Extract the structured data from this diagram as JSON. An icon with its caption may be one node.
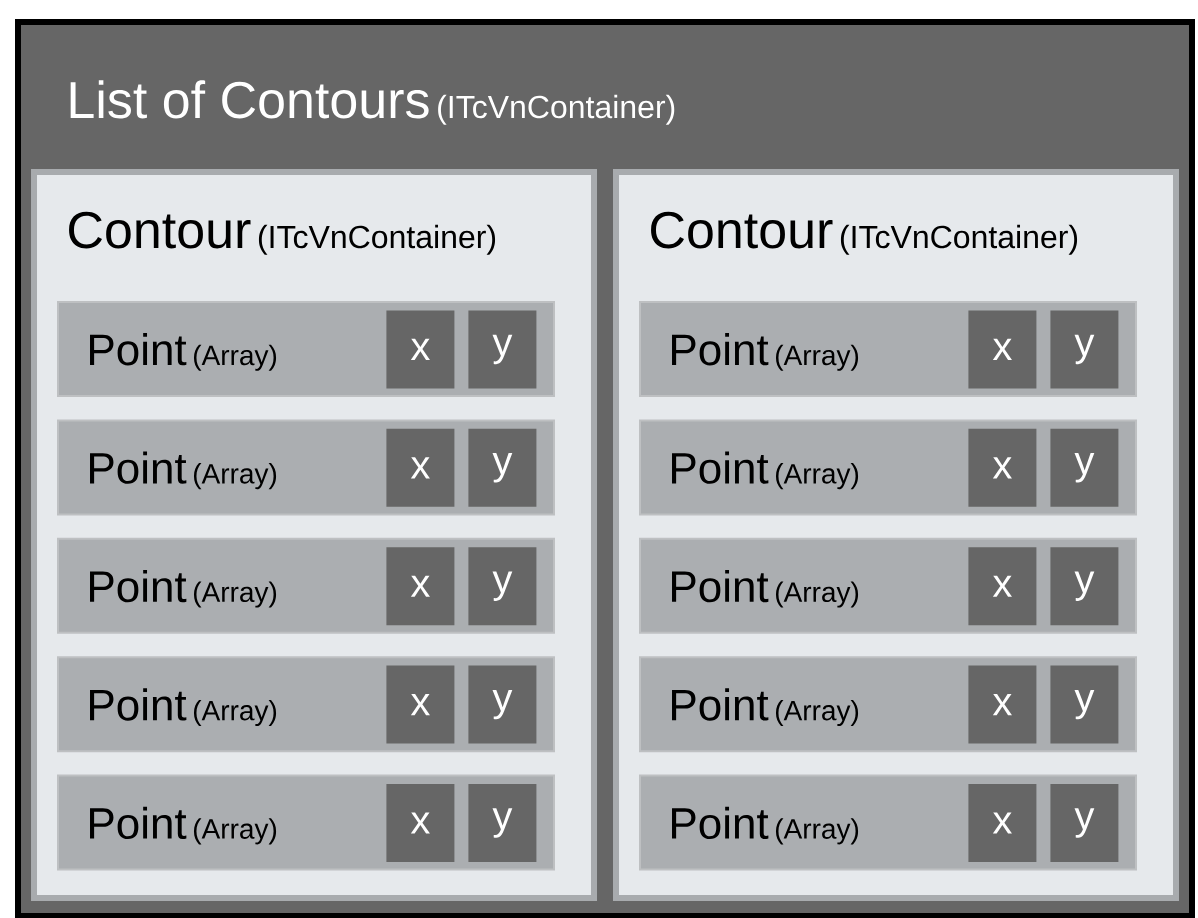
{
  "diagram": {
    "nodes": [
      {
        "text": [
          "List of Contours",
          "(ITcVnContainer)"
        ]
      },
      {
        "text": [
          "Contour",
          "(ITcVnContainer)"
        ],
        "in": 0
      },
      {
        "text": [
          "Point",
          "(Array)"
        ],
        "in": 1
      },
      {
        "text": [
          "x"
        ],
        "in": 2
      },
      {
        "text": [
          "y"
        ],
        "in": 2
      },
      {
        "text": [
          "Point",
          "(Array)"
        ],
        "in": 1
      },
      {
        "text": [
          "x"
        ],
        "in": 5
      },
      {
        "text": [
          "y"
        ],
        "in": 5
      },
      {
        "text": [
          "Point",
          "(Array)"
        ],
        "in": 1
      },
      {
        "text": [
          "x"
        ],
        "in": 8
      },
      {
        "text": [
          "y"
        ],
        "in": 8
      },
      {
        "text": [
          "Point",
          "(Array)"
        ],
        "in": 1
      },
      {
        "text": [
          "x"
        ],
        "in": 11
      },
      {
        "text": [
          "y"
        ],
        "in": 11
      },
      {
        "text": [
          "Point",
          "(Array)"
        ],
        "in": 1
      },
      {
        "text": [
          "x"
        ],
        "in": 14
      },
      {
        "text": [
          "y"
        ],
        "in": 14
      },
      {
        "text": [
          "Contour",
          "(ITcVnContainer)"
        ],
        "in": 0
      },
      {
        "text": [
          "Point",
          "(Array)"
        ],
        "in": 17
      },
      {
        "text": [
          "x"
        ],
        "in": 18
      },
      {
        "text": [
          "y"
        ],
        "in": 18
      },
      {
        "text": [
          "Point",
          "(Array)"
        ],
        "in": 17
      },
      {
        "text": [
          "x"
        ],
        "in": 21
      },
      {
        "text": [
          "y"
        ],
        "in": 21
      },
      {
        "text": [
          "Point",
          "(Array)"
        ],
        "in": 17
      },
      {
        "text": [
          "x"
        ],
        "in": 24
      },
      {
        "text": [
          "y"
        ],
        "in": 24
      },
      {
        "text": [
          "Point",
          "(Array)"
        ],
        "in": 17
      },
      {
        "text": [
          "x"
        ],
        "in": 27
      },
      {
        "text": [
          "y"
        ],
        "in": 27
      },
      {
        "text": [
          "Point",
          "(Array)"
        ],
        "in": 17
      },
      {
        "text": [
          "x"
        ],
        "in": 30
      },
      {
        "text": [
          "y"
        ],
        "in": 30
      }
    ]
  }
}
